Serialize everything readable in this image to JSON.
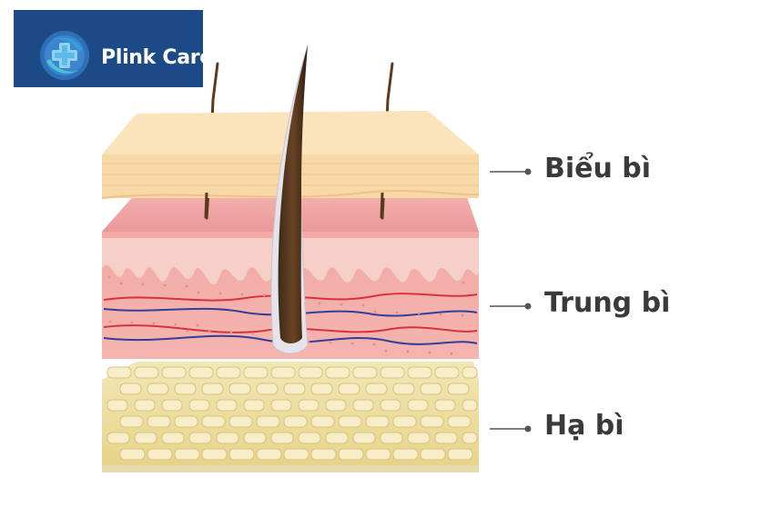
{
  "logo": {
    "brand": "Plink Care",
    "mark": "medical-cross-logo"
  },
  "layers": [
    {
      "id": "epidermis",
      "label": "Biểu bì"
    },
    {
      "id": "dermis",
      "label": "Trung bì"
    },
    {
      "id": "hypodermis",
      "label": "Hạ bì"
    }
  ],
  "colors": {
    "logo_bg": "#1b4a86",
    "epidermis": "#f8dcae",
    "dermis": "#f0a3a3",
    "hypodermis": "#efe1a4",
    "artery": "#d8333a",
    "vein": "#2f3f9a",
    "hair": "#5a3a1d",
    "label_text": "#3a3a3a"
  }
}
